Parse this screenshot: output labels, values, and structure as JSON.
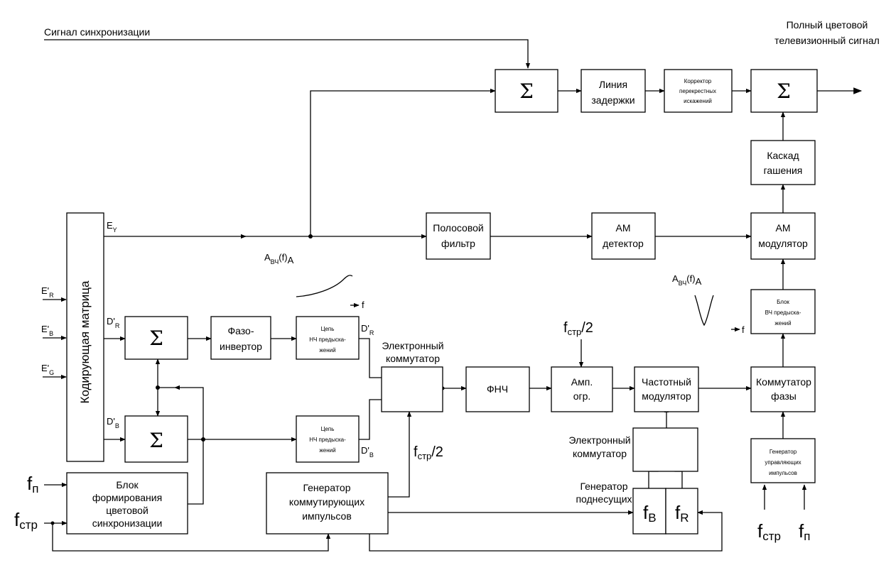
{
  "signals": {
    "sync": "Сигнал синхронизации",
    "output_line1": "Полный цветовой",
    "output_line2": "телевизионный сигнал",
    "ey": "E",
    "ey_sub": "Y",
    "er": "E'",
    "er_sub": "R",
    "eb": "E'",
    "eb_sub": "B",
    "eg": "E'",
    "eg_sub": "G",
    "dr_left": "D'",
    "dr_left_sub": "R",
    "db_left": "D'",
    "db_left_sub": "B",
    "dr_right": "D'",
    "dr_right_sub": "R",
    "db_right": "D'",
    "db_right_sub": "B",
    "avch_main": "A",
    "avch_main_sub": "ВЧ",
    "avch_main_tail": "(f)",
    "avch_main_end": "A",
    "avch_right": "A",
    "avch_right_sub": "ВЧ",
    "avch_right_tail": "(f)",
    "avch_right_end": "A",
    "f_axis_a": "f",
    "f_axis_b": "f",
    "fstr2_top": "f",
    "fstr2_top_sub": "стр",
    "fstr2_top_tail": "/2",
    "fstr2_mid": "f",
    "fstr2_mid_sub": "стр",
    "fstr2_mid_tail": "/2",
    "fp_left": "f",
    "fp_left_sub": "п",
    "fstr_left": "f",
    "fstr_left_sub": "стр",
    "fstr_right": "f",
    "fstr_right_sub": "стр",
    "fp_right": "f",
    "fp_right_sub": "п",
    "fb": "f",
    "fb_sub": "B",
    "fr": "f",
    "fr_sub": "R"
  },
  "blocks": {
    "sum_top": "Σ",
    "sum_out": "Σ",
    "sum_r": "Σ",
    "sum_b": "Σ",
    "delay": [
      "Линия",
      "задержки"
    ],
    "corrector": [
      "Корректор",
      "перекрестных",
      "искажений"
    ],
    "cascade": [
      "Каскад",
      "гашения"
    ],
    "am_mod": [
      "АМ",
      "модулятор"
    ],
    "am_det": [
      "АМ",
      "детектор"
    ],
    "bandpass": [
      "Полосовой",
      "фильтр"
    ],
    "hf_preemph": [
      "Блок",
      "ВЧ предыска-",
      "жений"
    ],
    "matrix": "Кодирующая матрица",
    "phase_inv": [
      "Фазо-",
      "инвертор"
    ],
    "lf_r": [
      "Цепь",
      "НЧ предыска-",
      "жений"
    ],
    "lf_b": [
      "Цепь",
      "НЧ предыска-",
      "жений"
    ],
    "switch_label": [
      "Электронный",
      "коммутатор"
    ],
    "lpf": "ФНЧ",
    "limiter": [
      "Амп.",
      "огр."
    ],
    "fm": [
      "Частотный",
      "модулятор"
    ],
    "phase_sw": [
      "Коммутатор",
      "фазы"
    ],
    "ctrl_gen": [
      "Генератор",
      "управляющих",
      "импульсов"
    ],
    "sw2_label": [
      "Электронный",
      "коммутатор"
    ],
    "subcarrier_label": [
      "Генератор",
      "поднесущих"
    ],
    "color_sync": [
      "Блок",
      "формирования",
      "цветовой",
      "синхронизации"
    ],
    "switch_gen": [
      "Генератор",
      "коммутирующих",
      "импульсов"
    ]
  }
}
